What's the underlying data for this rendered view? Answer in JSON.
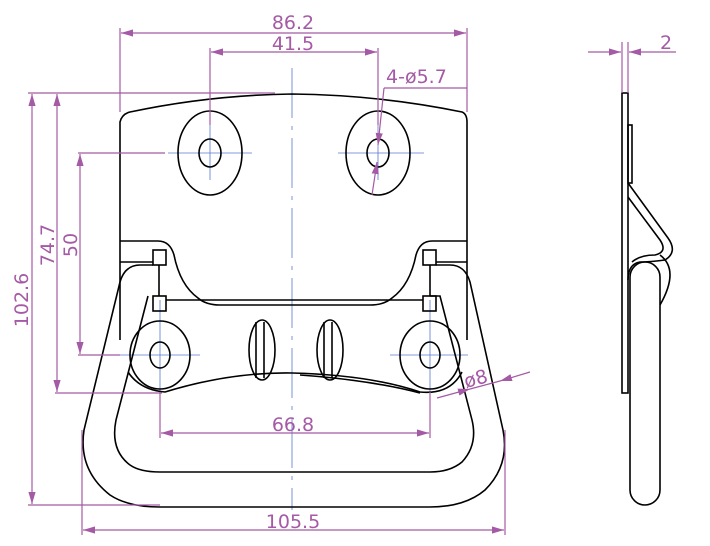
{
  "title": "Folding handle technical drawing",
  "colors": {
    "dimension": "#a55aa5",
    "centerline": "#5a78d0",
    "outline": "#000000"
  },
  "dimensions": {
    "plate_width": "86.2",
    "hole_spacing_top": "41.5",
    "hole_callout": "4-ø5.7",
    "overall_height": "102.6",
    "height_to_bowl": "74.7",
    "hole_vertical_spacing": "50",
    "hole_spacing_bottom": "66.8",
    "wire_diameter": "ø8",
    "overall_width": "105.5",
    "plate_thickness": "2"
  }
}
